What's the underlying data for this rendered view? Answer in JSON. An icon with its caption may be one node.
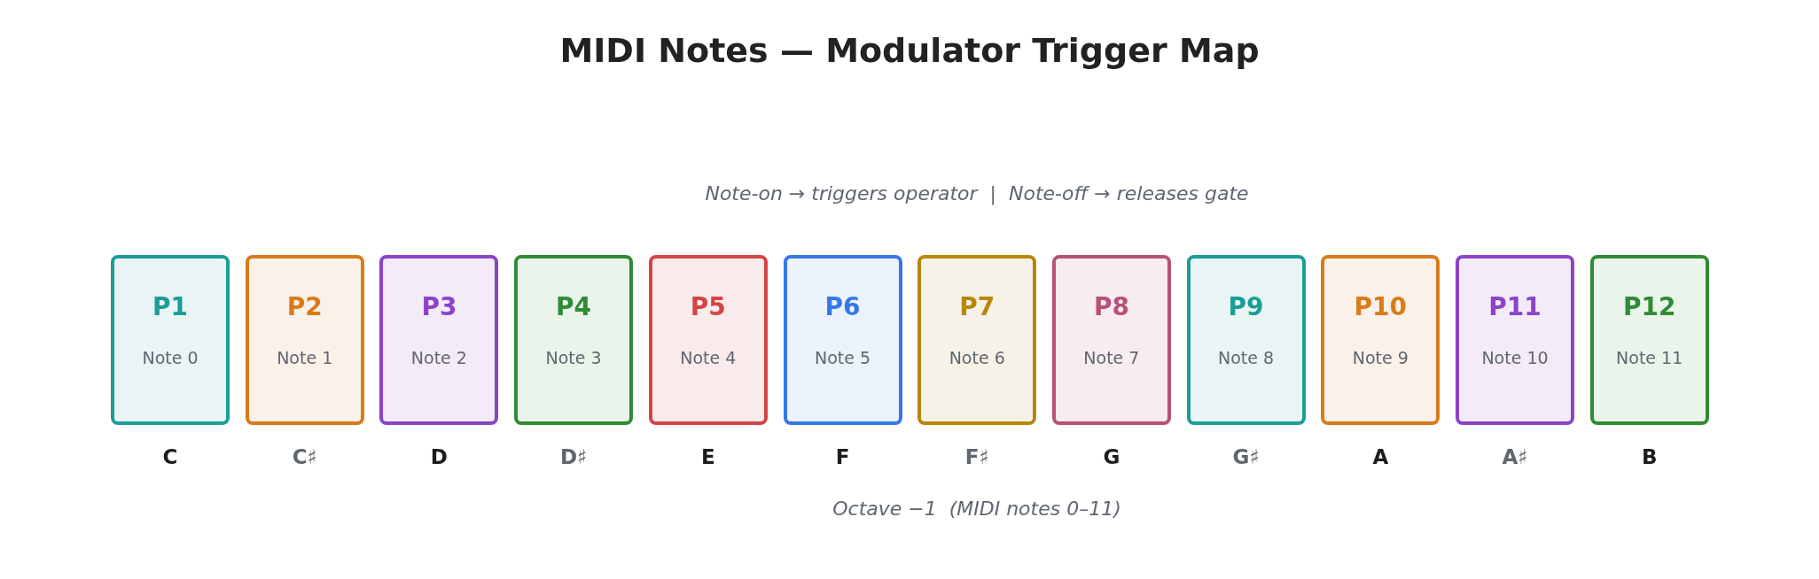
{
  "diagram": {
    "title": "MIDI Notes — Modulator Trigger Map",
    "nodes": [
      {
        "text": [
          "P1",
          "Note 0"
        ],
        "beside": [
          "C"
        ]
      },
      {
        "text": [
          "P2",
          "Note 1"
        ],
        "beside": [
          "C♯"
        ]
      },
      {
        "text": [
          "P3",
          "Note 2"
        ],
        "beside": [
          "D"
        ]
      },
      {
        "text": [
          "P4",
          "Note 3"
        ],
        "beside": [
          "D♯"
        ]
      },
      {
        "text": [
          "P5",
          "Note 4"
        ],
        "beside": [
          "E"
        ]
      },
      {
        "text": [
          "P6",
          "Note 5"
        ],
        "beside": [
          "F"
        ]
      },
      {
        "text": [
          "P7",
          "Note 6"
        ],
        "beside": [
          "F♯"
        ]
      },
      {
        "text": [
          "P8",
          "Note 7"
        ],
        "beside": [
          "G"
        ]
      },
      {
        "text": [
          "P9",
          "Note 8"
        ],
        "beside": [
          "G♯"
        ]
      },
      {
        "text": [
          "P10",
          "Note 9"
        ],
        "beside": [
          "A"
        ]
      },
      {
        "text": [
          "P11",
          "Note 10"
        ],
        "beside": [
          "A♯"
        ]
      },
      {
        "text": [
          "P12",
          "Note 11"
        ],
        "beside": [
          "B"
        ]
      }
    ],
    "edges": [],
    "labels": [
      "Note-on → triggers operator  |  Note-off → releases gate",
      "Octave −1  (MIDI notes 0–11)"
    ]
  }
}
